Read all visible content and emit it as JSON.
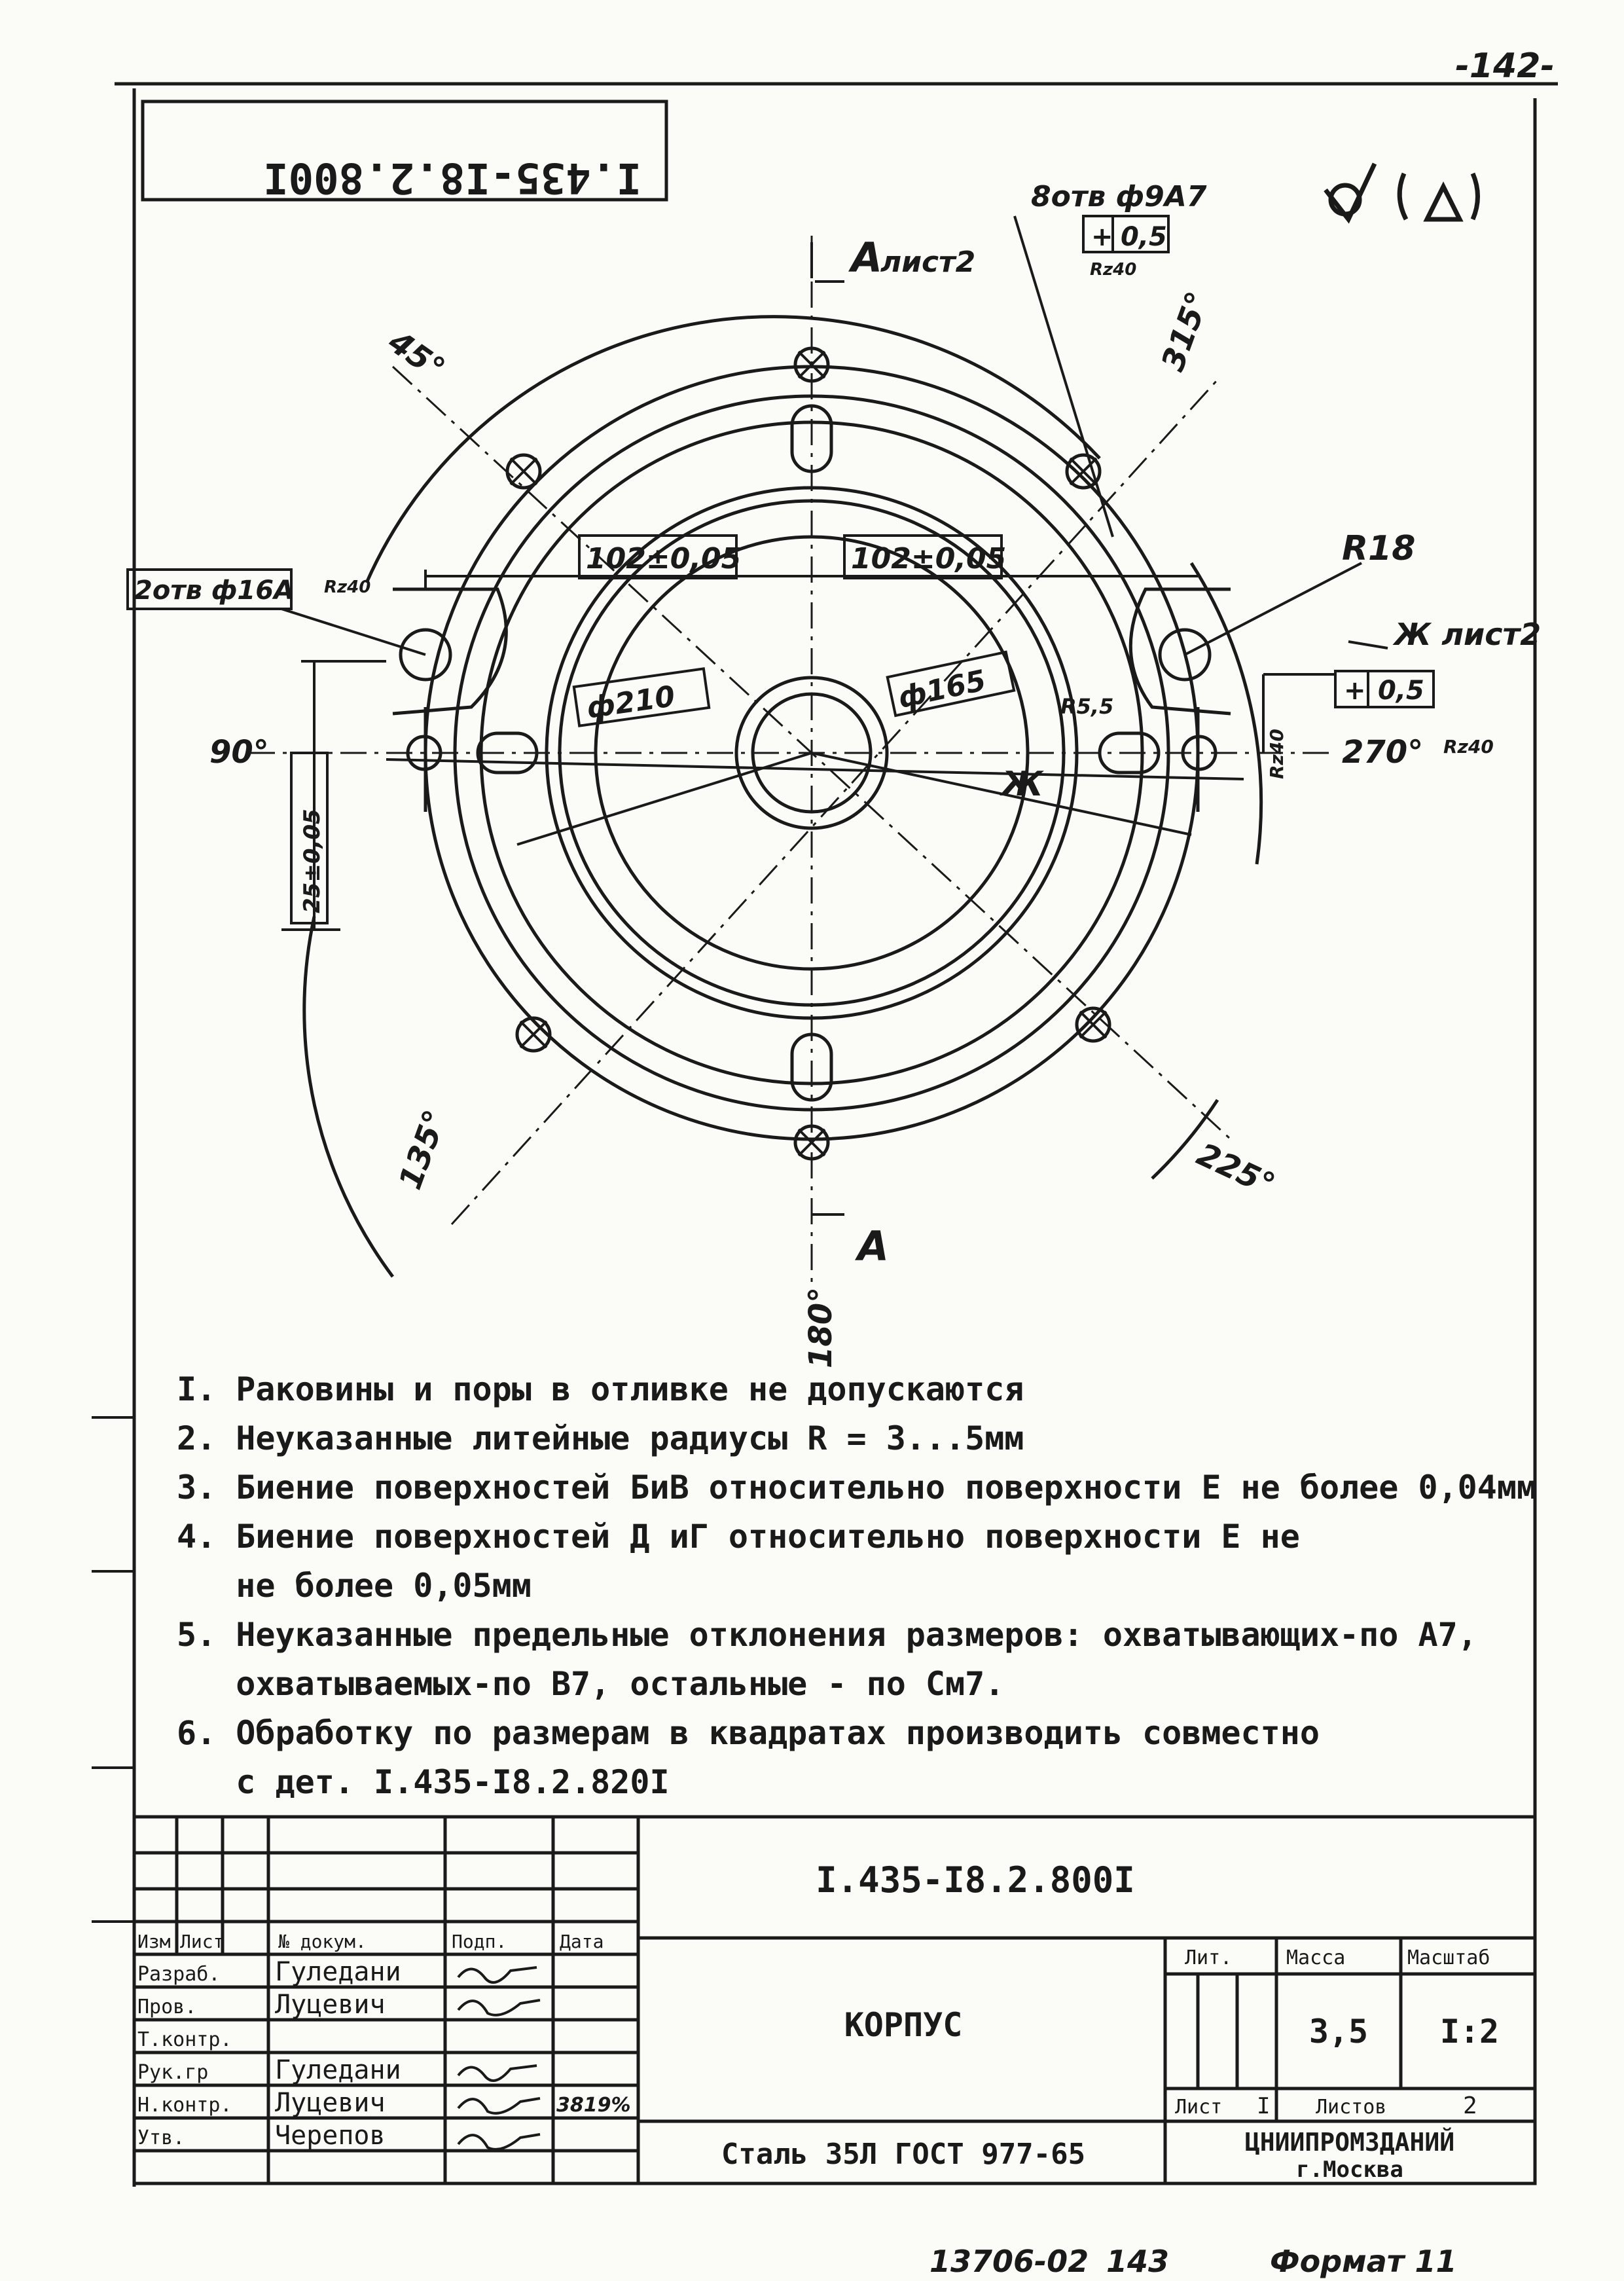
{
  "sheet": {
    "page_number": "-142-",
    "stamp_code_mirrored": "I.435-I8.2.800I",
    "footer_left": "13706-02",
    "footer_mid": "143",
    "footer_format": "Формат 11"
  },
  "drawing": {
    "section_mark_top": "А",
    "section_mark_top_sheet": "лист2",
    "section_mark_bottom": "А",
    "angle_45": "45°",
    "angle_90": "90°",
    "angle_135": "135°",
    "angle_180": "180°",
    "angle_225": "225°",
    "angle_270": "270°",
    "angle_315": "315°",
    "holes_8": "8отв ф9А7",
    "holes_8_tol": "+",
    "holes_8_tol_val": "0,5",
    "holes_8_rough": "Rz40",
    "holes_2": "2отв ф16А",
    "holes_2_rough": "Rz40",
    "dim_102_left": "102±0,05",
    "dim_102_right": "102±0,05",
    "dim_210": "ф210",
    "dim_165": "ф165",
    "dim_r18": "R18",
    "dim_r55": "R5,5",
    "dim_vertical": "25±0,05",
    "mark_zh": "Ж",
    "mark_zh_sheet": "Ж лист2",
    "zh_tol": "+",
    "zh_tol_val": "0,5",
    "rough_270": "Rz40",
    "small_270": "Rz40"
  },
  "notes": [
    "I. Раковины и поры в отливке не допускаются",
    "2. Неуказанные литейные радиусы R = 3...5мм",
    "3. Биение поверхностей БиВ относительно поверхности Е не более 0,04мм",
    "4. Биение поверхностей Д иГ относительно поверхности Е не",
    "   не более 0,05мм",
    "5. Неуказанные предельные отклонения размеров: охватывающих-по А7,",
    "   охватываемых-по В7, остальные - по См7.",
    "6. Обработку по размерам в квадратах производить совместно",
    "   с дет. I.435-I8.2.820I"
  ],
  "title_block": {
    "designation": "I.435-I8.2.800I",
    "name": "КОРПУС",
    "material": "Сталь 35Л ГОСТ 977-65",
    "hdr_izm": "Изм",
    "hdr_list": "Лист",
    "hdr_doc": "№ докум.",
    "hdr_sign": "Подп.",
    "hdr_date": "Дата",
    "hdr_lit": "Лит.",
    "hdr_mass": "Масса",
    "hdr_scale": "Масштаб",
    "mass": "3,5",
    "scale": "I:2",
    "sheet_label": "Лист",
    "sheet_num": "I",
    "sheets_label": "Листов",
    "sheets_total": "2",
    "org": "ЦНИИПРОМЗДАНИЙ",
    "city": "г.Москва",
    "date_signed": "3819%",
    "roles": [
      {
        "role": "Разраб.",
        "name": "Гуледани"
      },
      {
        "role": "Пров.",
        "name": "Луцевич"
      },
      {
        "role": "Т.контр.",
        "name": ""
      },
      {
        "role": "Рук.гр",
        "name": "Гуледани"
      },
      {
        "role": "Н.контр.",
        "name": "Луцевич"
      },
      {
        "role": "Утв.",
        "name": "Черепов"
      }
    ]
  }
}
